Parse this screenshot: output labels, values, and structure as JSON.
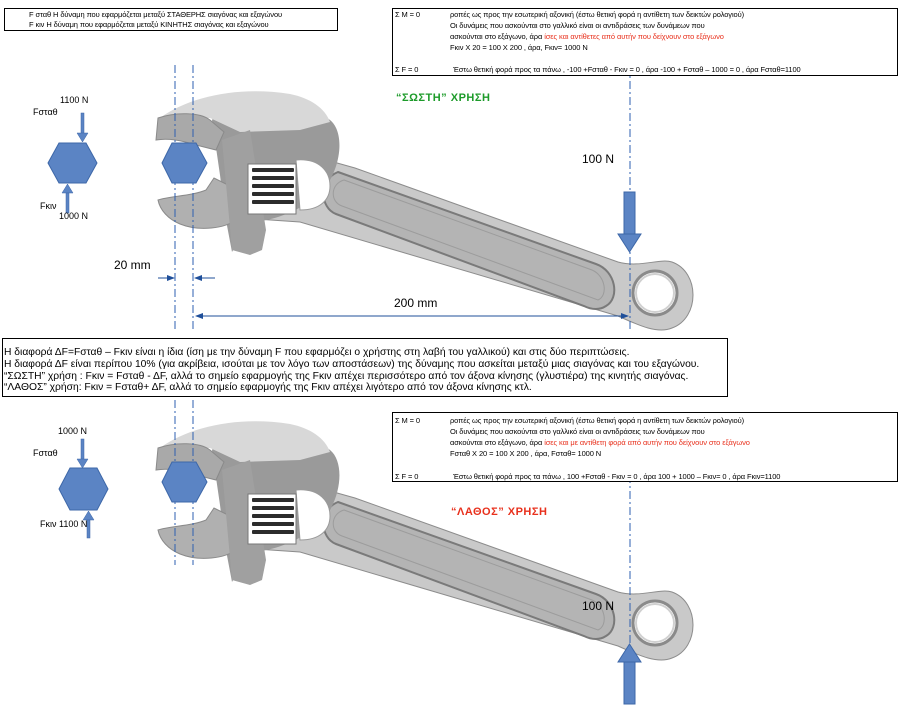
{
  "legend": {
    "line1": "F σταθ  Η δύναμη που εφαρμόζεται μεταξύ ΣΤΑΘΕΡΗΣ σιαγόνας και εξαγώνου",
    "line2": "F κιν Η δύναμη που εφαρμόζεται μεταξύ ΚΙΝΗΤΗΣ σιαγόνας και εξαγώνου"
  },
  "top": {
    "title": "“ΣΩΣΤΗ” ΧΡΗΣΗ",
    "title_color": "#1d9b2a",
    "hex_top_force": "1100 N",
    "hex_top_label": "Fσταθ",
    "hex_bottom_label": "Fκιν",
    "hex_bottom_force": "1000 N",
    "handle_force": "100 N",
    "dim_small": "20 mm",
    "dim_large": "200 mm",
    "eq": {
      "sm_label": "Σ Μ = 0",
      "l1": "ροπές ως προς την εσωτερική αξονική  (έστω θετική φορά η αντίθετη των δεικτών ρολογιού)",
      "l2": "Οι δυνάμεις που ασκούνται στο γαλλικό είναι οι αντιδράσεις των  δυνάμεων που",
      "l3_black": "ασκούνται στο εξάγωνο, άρα ",
      "l3_red": " ίσες και αντίθετες από αυτήν που δείχνουν στο εξάγωνο",
      "l4": "Fκιν  Χ 20 = 100 Χ 200 , άρα, Fκιν= 1000 Ν",
      "sf_label": "Σ F = 0",
      "sf_text": "Έστω θετική φορά προς τα πάνω   ,   -100 +Fσταθ - Fκιν = 0 , άρα -100 + Fσταθ – 1000 = 0 , άρα Fσταθ=1100"
    }
  },
  "middle": {
    "l1": "Η διαφορά ΔF=Fσταθ – Fκιν είναι η ίδια (ίση με την δύναμη F που εφαρμόζει ο χρήστης στη λαβή του γαλλικού) και στις δύο περιπτώσεις.",
    "l2": "Η διαφορά ΔF είναι περίπου 10% (για ακρίβεια, ισούται με τον λόγο των αποστάσεων) της δύναμης που ασκείται μεταξύ μιας σιαγόνας και του εξαγώνου.",
    "l3": "“ΣΩΣΤΗ” χρήση : Fκιν = Fσταθ - ΔF, αλλά το σημείο εφαρμογής της Fκιν απέχει περισσότερο από τον άξονα κίνησης (γλυστιέρα) της κινητής σιαγόνας.",
    "l4": "“ΛΑΘΟΣ” χρήση:  Fκιν = Fσταθ+ ΔF, αλλά το σημείο εφαρμογής της Fκιν απέχει λιγότερο από τον άξονα κίνησης κτλ."
  },
  "bottom": {
    "title": "“ΛΑΘΟΣ” ΧΡΗΣΗ",
    "title_color": "#e8301c",
    "hex_top_force": "1000 N",
    "hex_top_label": "Fσταθ",
    "hex_bottom_label": "Fκιν 1100 N",
    "handle_force": "100 N",
    "eq": {
      "sm_label": "Σ Μ = 0",
      "l1": "ροπές ως προς την εσωτερική αξονική  (έστω θετική φορά η αντίθετη των δεικτών ρολογιού)",
      "l2": "Οι δυνάμεις που ασκούνται στο γαλλικό είναι οι αντιδράσεις των  δυνάμεων που",
      "l3_black": "ασκούνται στο εξάγωνο, άρα ",
      "l3_red": "ίσες και με αντίθετη φορά από αυτήν που δείχνουν στο εξάγωνο",
      "l4": "Fσταθ Χ 20 = 100 Χ 200 , άρα, Fσταθ= 1000 Ν",
      "sf_label": "Σ F = 0",
      "sf_text": "Έστω θετική φορά προς τα πάνω   ,   100 +Fσταθ - Fκιν = 0 , άρα  100 + 1000 –  Fκιν= 0 , άρα Fκιν=1100"
    }
  },
  "colors": {
    "wrench_light": "#c9c9c9",
    "wrench_mid": "#a9a9a9",
    "wrench_dark": "#8c8c8c",
    "hex_fill": "#5b84c4",
    "arrow_fill": "#5b84c4"
  }
}
